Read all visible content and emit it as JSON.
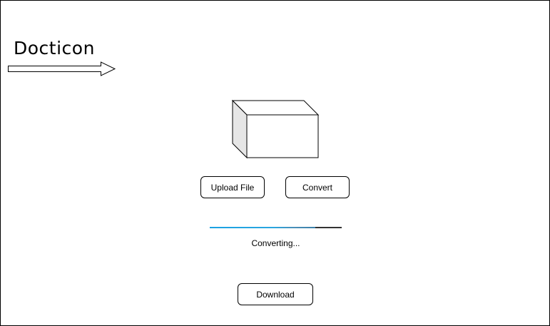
{
  "app": {
    "title": "Docticon"
  },
  "icons": {
    "arrow": "arrow-right-icon",
    "box": "box-icon"
  },
  "actions": {
    "upload_label": "Upload File",
    "convert_label": "Convert",
    "download_label": "Download"
  },
  "progress": {
    "fraction": 0.8,
    "status": "Converting..."
  },
  "colors": {
    "progress_fill": "#1ba1e2",
    "progress_track": "#333333",
    "box_front": "#ffffff",
    "box_side": "#e6e6e6"
  }
}
